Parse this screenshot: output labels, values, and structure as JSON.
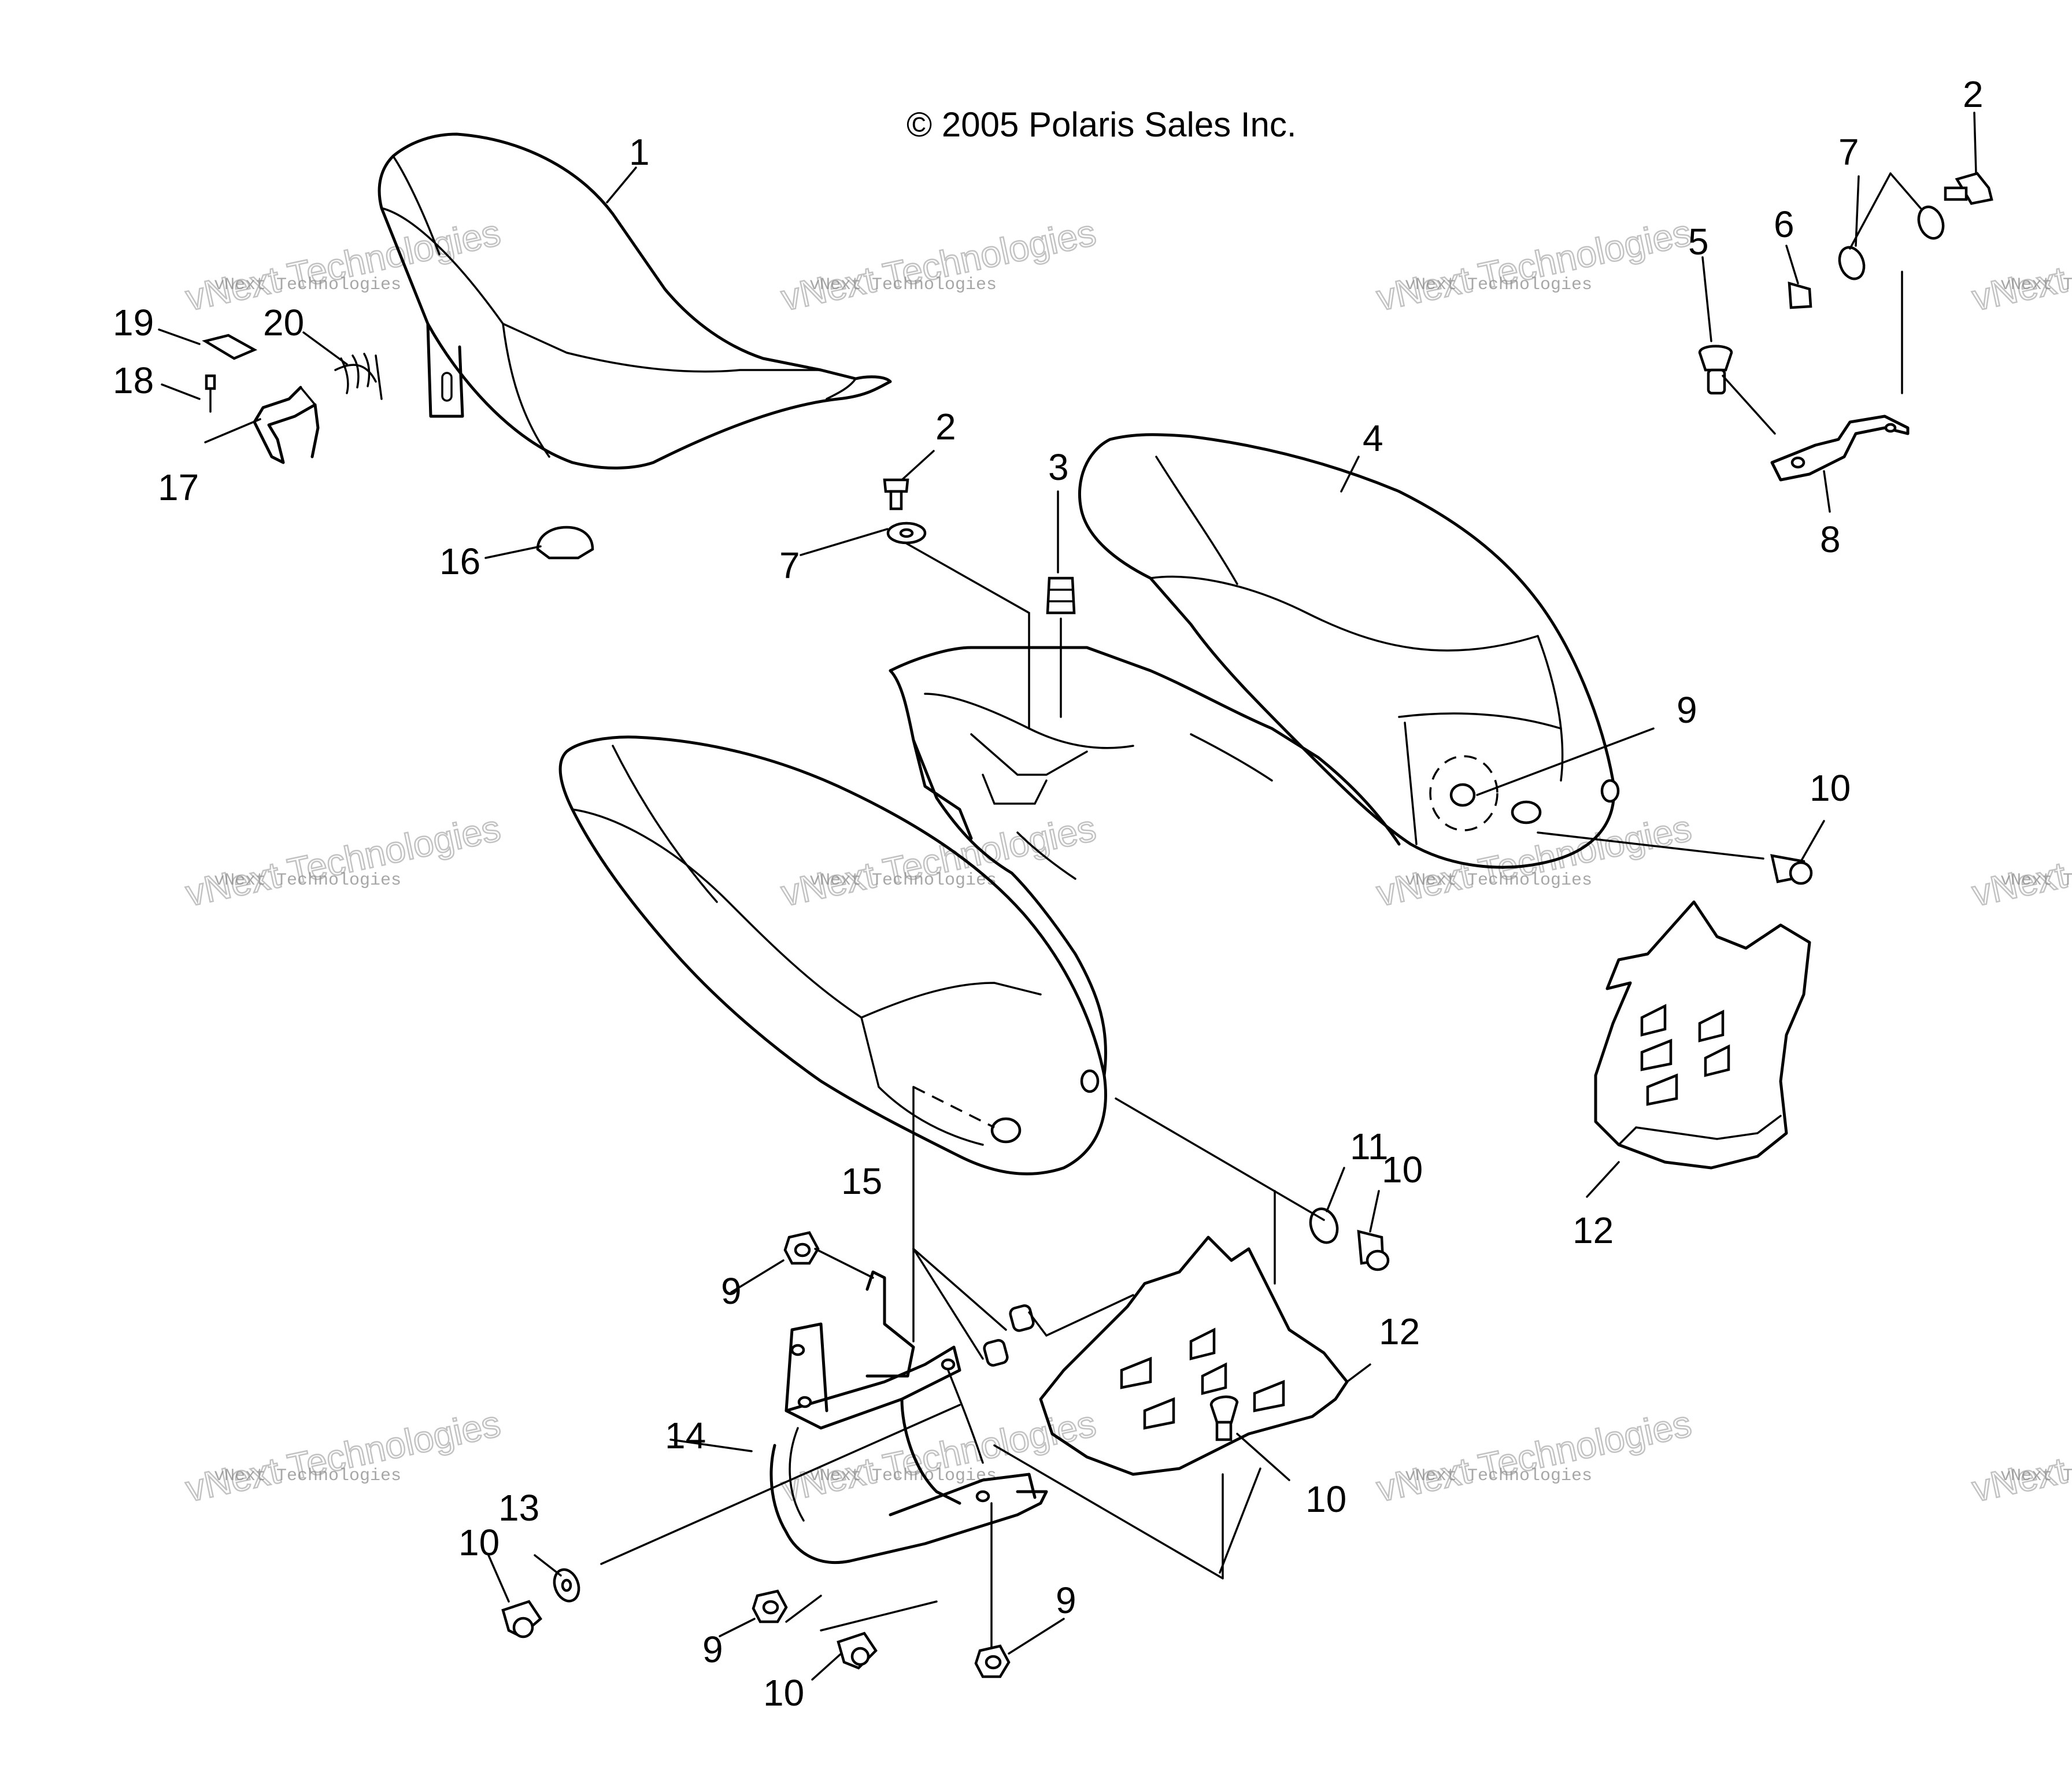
{
  "diagram": {
    "copyright": "© 2005 Polaris Sales Inc.",
    "watermark": {
      "line1": "vNext Technologies",
      "line2": "vNext Technologies"
    },
    "callouts": [
      {
        "id": "c1",
        "label": "1"
      },
      {
        "id": "c2a",
        "label": "2"
      },
      {
        "id": "c2b",
        "label": "2"
      },
      {
        "id": "c3",
        "label": "3"
      },
      {
        "id": "c4",
        "label": "4"
      },
      {
        "id": "c5",
        "label": "5"
      },
      {
        "id": "c6",
        "label": "6"
      },
      {
        "id": "c7a",
        "label": "7"
      },
      {
        "id": "c7b",
        "label": "7"
      },
      {
        "id": "c8",
        "label": "8"
      },
      {
        "id": "c9a",
        "label": "9"
      },
      {
        "id": "c9b",
        "label": "9"
      },
      {
        "id": "c9c",
        "label": "9"
      },
      {
        "id": "c9d",
        "label": "9"
      },
      {
        "id": "c10a",
        "label": "10"
      },
      {
        "id": "c10b",
        "label": "10"
      },
      {
        "id": "c10c",
        "label": "10"
      },
      {
        "id": "c10d",
        "label": "10"
      },
      {
        "id": "c10e",
        "label": "10"
      },
      {
        "id": "c11",
        "label": "11"
      },
      {
        "id": "c12a",
        "label": "12"
      },
      {
        "id": "c12b",
        "label": "12"
      },
      {
        "id": "c13",
        "label": "13"
      },
      {
        "id": "c14",
        "label": "14"
      },
      {
        "id": "c15",
        "label": "15"
      },
      {
        "id": "c16",
        "label": "16"
      },
      {
        "id": "c17",
        "label": "17"
      },
      {
        "id": "c18",
        "label": "18"
      },
      {
        "id": "c19",
        "label": "19"
      },
      {
        "id": "c20",
        "label": "20"
      }
    ]
  }
}
